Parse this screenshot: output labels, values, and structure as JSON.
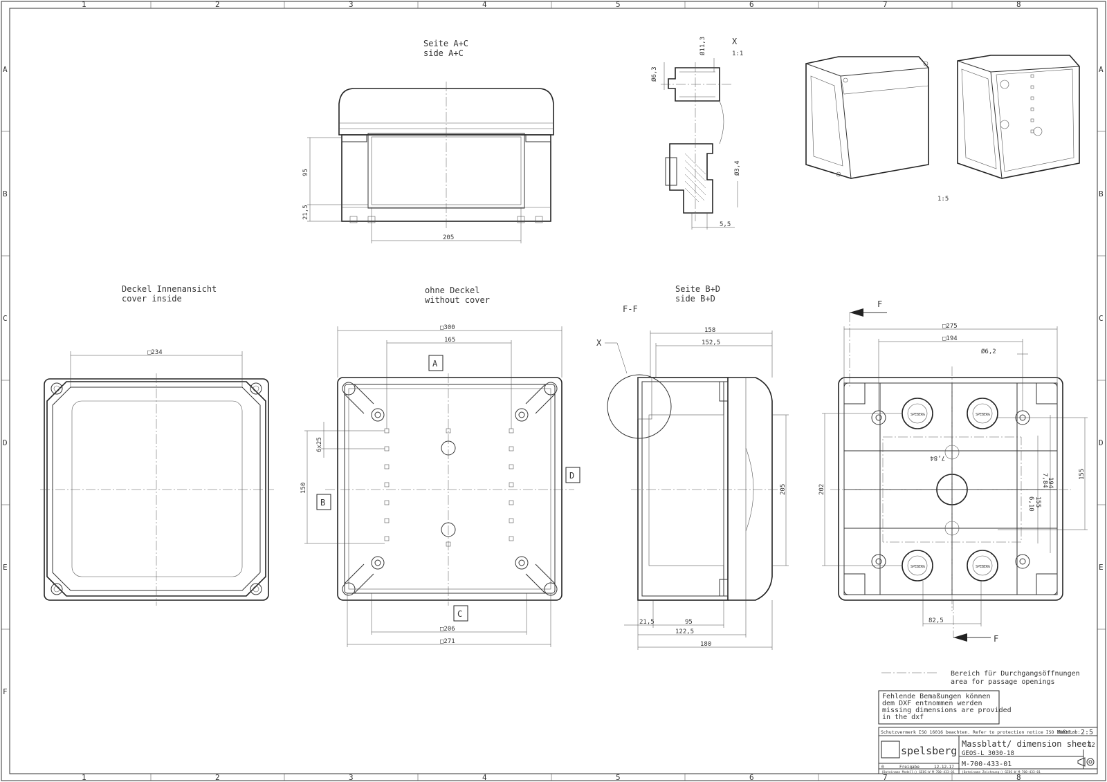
{
  "frame": {
    "columns": [
      "1",
      "2",
      "3",
      "4",
      "5",
      "6",
      "7",
      "8"
    ],
    "rows": [
      "A",
      "B",
      "C",
      "D",
      "E",
      "F"
    ]
  },
  "views": {
    "side_ac": {
      "title_de": "Seite A+C",
      "title_en": "side  A+C",
      "dim_height": "95",
      "dim_lower": "21,5",
      "dim_width": "205"
    },
    "detail_x": {
      "label": "X",
      "scale": "1:1",
      "d1": "Ø11,3",
      "d2": "Ø6,3",
      "d3": "Ø3,4",
      "d4": "5,5"
    },
    "iso": {
      "scale": "1:5"
    },
    "cover_inside": {
      "title_de": "Deckel Innenansicht",
      "title_en": "cover   inside",
      "dim_width": "□234"
    },
    "without_cover": {
      "title_de": "ohne Deckel",
      "title_en": "without cover",
      "dim_outer": "□300",
      "dim_inner": "165",
      "dim_pitch": "6x25",
      "dim_height": "150",
      "dim_bottom1": "□206",
      "dim_bottom2": "□271",
      "label_a": "A",
      "label_b": "B",
      "label_c": "C",
      "label_d": "D"
    },
    "side_bd": {
      "title_de": "Seite B+D",
      "title_en": "side   B+D",
      "section": "F-F",
      "detail_ref": "X",
      "dim_top1": "158",
      "dim_top2": "152,5",
      "dim_height": "205",
      "dim_b1": "21,5",
      "dim_b2": "95",
      "dim_b3": "122,5",
      "dim_b4": "180"
    },
    "bottom": {
      "section_mark": "F",
      "dim_outer": "□275",
      "dim_inner": "□194",
      "dim_hole": "Ø6,2",
      "dim_left": "202",
      "dim_right": "155",
      "dim_194": "194",
      "dim_155": "155",
      "dim_784a": "7,84",
      "dim_784b": "7,84",
      "dim_610": "6,10",
      "dim_bottom": "82,5",
      "embossed": "SPEBERG"
    }
  },
  "legend": {
    "line1": "Bereich für Durchgangsöffnungen",
    "line2": "area for passage openings"
  },
  "note": {
    "line1": "Fehlende Bemaßungen können",
    "line2": "dem DXF entnommen werden",
    "line3": "missing dimensions are provided",
    "line4": "in the dxf"
  },
  "title_block": {
    "protection": "Schutzvermerk ISO 16016 beachten. Refer to protection notice ISO 16016.",
    "scale_label": "Maßstab:",
    "scale_value": "2:5",
    "company": "spelsberg",
    "title": "Massblatt/ dimension sheet",
    "product": "GEOS-L 3030-18",
    "sheet_size": "A2",
    "drawing_no": "M-700-433-01",
    "rev": "0",
    "rev_text": "Freigabe",
    "rev_date": "12.12.17",
    "file1": "(Dateiname Modell:) GEOS-W_M-700-433-01",
    "file2": "(Dateiname Zeichnung:) GEOS-W_M-700-433-01"
  }
}
